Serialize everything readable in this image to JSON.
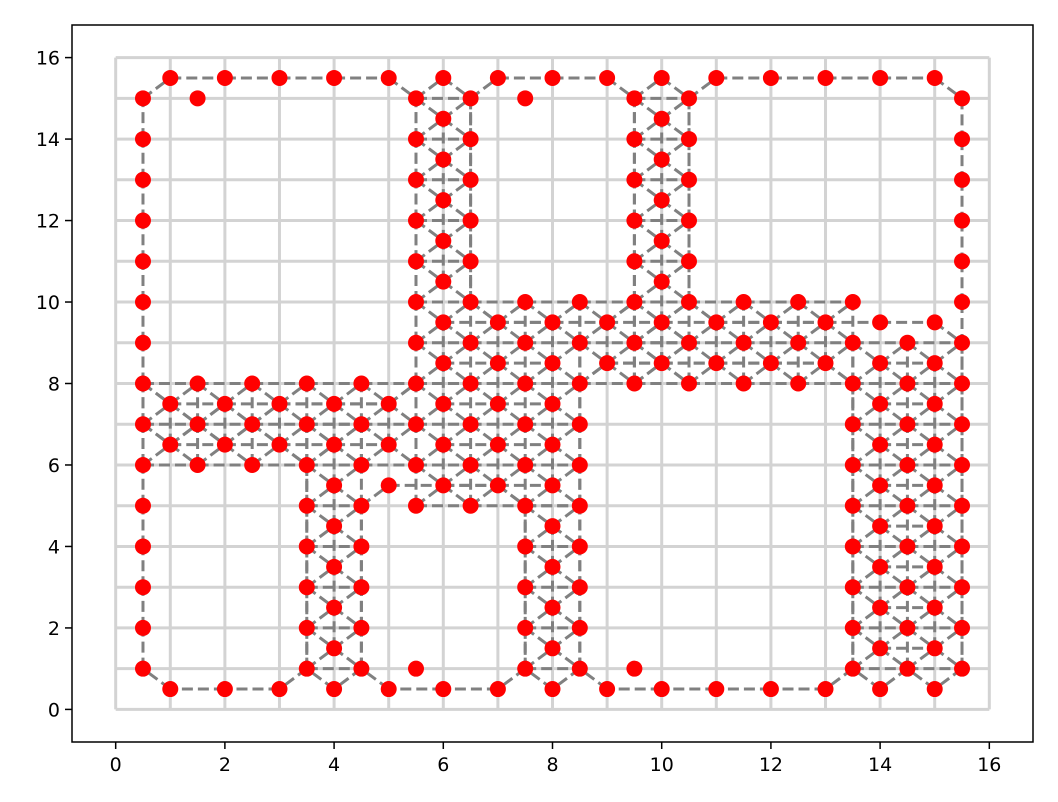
{
  "chart_data": {
    "type": "scatter",
    "title": "",
    "xlabel": "",
    "ylabel": "",
    "xlim": [
      -0.8,
      16.8
    ],
    "ylim": [
      -0.8,
      16.8
    ],
    "x_ticks": [
      0,
      2,
      4,
      6,
      8,
      10,
      12,
      14,
      16
    ],
    "y_ticks": [
      0,
      2,
      4,
      6,
      8,
      10,
      12,
      14,
      16
    ],
    "x_tick_labels": [
      "0",
      "2",
      "4",
      "6",
      "8",
      "10",
      "12",
      "14",
      "16"
    ],
    "y_tick_labels": [
      "0",
      "2",
      "4",
      "6",
      "8",
      "10",
      "12",
      "14",
      "16"
    ],
    "grid": true,
    "grid_lines": [
      0,
      1,
      2,
      3,
      4,
      5,
      6,
      7,
      8,
      9,
      10,
      11,
      12,
      13,
      14,
      15,
      16
    ],
    "grid_color": "#d3d3d3",
    "point_color": "#ff0000",
    "edge_color": "#808080",
    "outline_ring": [
      [
        1,
        15.5
      ],
      [
        2,
        15.5
      ],
      [
        3,
        15.5
      ],
      [
        4,
        15.5
      ],
      [
        5,
        15.5
      ],
      [
        5.5,
        15
      ],
      [
        6,
        15.5
      ],
      [
        6.5,
        15
      ],
      [
        7,
        15.5
      ],
      [
        8,
        15.5
      ],
      [
        9,
        15.5
      ],
      [
        9.5,
        15
      ],
      [
        10,
        15.5
      ],
      [
        10.5,
        15
      ],
      [
        11,
        15.5
      ],
      [
        12,
        15.5
      ],
      [
        13,
        15.5
      ],
      [
        14,
        15.5
      ],
      [
        15,
        15.5
      ],
      [
        15.5,
        15
      ],
      [
        15.5,
        14
      ],
      [
        15.5,
        13
      ],
      [
        15.5,
        12
      ],
      [
        15.5,
        11
      ],
      [
        15.5,
        10
      ],
      [
        15.5,
        9
      ],
      [
        15.5,
        8
      ],
      [
        15.5,
        7
      ],
      [
        15.5,
        6
      ],
      [
        15.5,
        5
      ],
      [
        15.5,
        4
      ],
      [
        15.5,
        3
      ],
      [
        15.5,
        2
      ],
      [
        15.5,
        1
      ],
      [
        15,
        0.5
      ],
      [
        14.5,
        1
      ],
      [
        14,
        0.5
      ],
      [
        13.5,
        1
      ],
      [
        13,
        0.5
      ],
      [
        12,
        0.5
      ],
      [
        11,
        0.5
      ],
      [
        10,
        0.5
      ],
      [
        9,
        0.5
      ],
      [
        8.5,
        1
      ],
      [
        8,
        0.5
      ],
      [
        7.5,
        1
      ],
      [
        7,
        0.5
      ],
      [
        6,
        0.5
      ],
      [
        5,
        0.5
      ],
      [
        4.5,
        1
      ],
      [
        4,
        0.5
      ],
      [
        3.5,
        1
      ],
      [
        3,
        0.5
      ],
      [
        2,
        0.5
      ],
      [
        1,
        0.5
      ],
      [
        0.5,
        1
      ],
      [
        0.5,
        2
      ],
      [
        0.5,
        3
      ],
      [
        0.5,
        4
      ],
      [
        0.5,
        5
      ],
      [
        0.5,
        6
      ],
      [
        0.5,
        7
      ],
      [
        0.5,
        8
      ],
      [
        0.5,
        9
      ],
      [
        0.5,
        10
      ],
      [
        0.5,
        11
      ],
      [
        0.5,
        12
      ],
      [
        0.5,
        13
      ],
      [
        0.5,
        14
      ],
      [
        0.5,
        15
      ]
    ],
    "extra_points": [
      [
        1.5,
        15
      ],
      [
        7.5,
        15
      ],
      [
        1.5,
        8
      ],
      [
        1.5,
        6
      ],
      [
        7.5,
        10
      ],
      [
        8.5,
        10
      ],
      [
        11.5,
        10
      ],
      [
        9.5,
        8
      ],
      [
        5.5,
        5
      ],
      [
        6.5,
        5
      ],
      [
        5.5,
        1
      ],
      [
        9.5,
        1
      ]
    ],
    "chain_paths": [
      [
        [
          0.5,
          8
        ],
        [
          1,
          7.5
        ],
        [
          1.5,
          7
        ],
        [
          2,
          7.5
        ],
        [
          2.5,
          7
        ],
        [
          3,
          7.5
        ],
        [
          4,
          7.5
        ],
        [
          5,
          7.5
        ],
        [
          5.5,
          8
        ],
        [
          5.5,
          9
        ],
        [
          5.5,
          10
        ],
        [
          5.5,
          11
        ],
        [
          5.5,
          12
        ],
        [
          5.5,
          13
        ],
        [
          5.5,
          14
        ],
        [
          5.5,
          15
        ]
      ],
      [
        [
          0.5,
          7
        ],
        [
          1,
          6.5
        ],
        [
          1.5,
          7
        ],
        [
          2,
          6.5
        ],
        [
          2.5,
          7
        ],
        [
          3,
          6.5
        ],
        [
          3.5,
          6
        ],
        [
          3.5,
          5
        ],
        [
          3.5,
          4
        ],
        [
          3.5,
          3
        ],
        [
          3.5,
          2
        ],
        [
          3.5,
          1
        ]
      ],
      [
        [
          6.5,
          15
        ],
        [
          6.5,
          14
        ],
        [
          6.5,
          13
        ],
        [
          6.5,
          12
        ],
        [
          6.5,
          11
        ],
        [
          6.5,
          10
        ],
        [
          7,
          9.5
        ],
        [
          8,
          9.5
        ],
        [
          9,
          9.5
        ],
        [
          9.5,
          10
        ],
        [
          9.5,
          11
        ],
        [
          9.5,
          12
        ],
        [
          9.5,
          13
        ],
        [
          9.5,
          14
        ],
        [
          9.5,
          15
        ]
      ],
      [
        [
          10.5,
          15
        ],
        [
          10.5,
          14
        ],
        [
          10.5,
          13
        ],
        [
          10.5,
          12
        ],
        [
          10.5,
          11
        ],
        [
          10.5,
          10
        ],
        [
          11,
          9.5
        ],
        [
          12,
          9.5
        ],
        [
          13,
          9.5
        ],
        [
          14,
          9.5
        ],
        [
          15,
          9.5
        ],
        [
          15.5,
          9
        ]
      ],
      [
        [
          4.5,
          1
        ],
        [
          4.5,
          2
        ],
        [
          4.5,
          3
        ],
        [
          4.5,
          4
        ],
        [
          4.5,
          5
        ],
        [
          5,
          5.5
        ],
        [
          6,
          5.5
        ],
        [
          7,
          5.5
        ],
        [
          7.5,
          5
        ],
        [
          7.5,
          4
        ],
        [
          7.5,
          3
        ],
        [
          7.5,
          2
        ],
        [
          7.5,
          1
        ]
      ],
      [
        [
          8.5,
          1
        ],
        [
          8.5,
          2
        ],
        [
          8.5,
          3
        ],
        [
          8.5,
          4
        ],
        [
          8.5,
          5
        ],
        [
          8.5,
          6
        ],
        [
          8.5,
          7
        ],
        [
          8.5,
          8
        ],
        [
          9,
          8.5
        ],
        [
          10,
          8.5
        ],
        [
          11,
          8.5
        ],
        [
          12,
          8.5
        ],
        [
          13,
          8.5
        ],
        [
          13.5,
          8
        ],
        [
          13.5,
          7
        ],
        [
          13.5,
          6
        ],
        [
          13.5,
          5
        ],
        [
          13.5,
          4
        ],
        [
          13.5,
          3
        ],
        [
          13.5,
          2
        ],
        [
          13.5,
          1
        ]
      ]
    ],
    "mesh_regions": [
      {
        "x": [
          3.5,
          4.5
        ],
        "y": [
          1,
          7
        ]
      },
      {
        "x": [
          5.5,
          8.5
        ],
        "y": [
          5,
          10
        ]
      },
      {
        "x": [
          7.5,
          8.5
        ],
        "y": [
          1,
          5
        ]
      },
      {
        "x": [
          5.5,
          6.5
        ],
        "y": [
          10,
          15
        ]
      },
      {
        "x": [
          9.5,
          10.5
        ],
        "y": [
          8,
          15
        ]
      },
      {
        "x": [
          8.5,
          13.5
        ],
        "y": [
          8,
          10
        ]
      },
      {
        "x": [
          13.5,
          15.5
        ],
        "y": [
          1,
          9
        ]
      },
      {
        "x": [
          0.5,
          5.5
        ],
        "y": [
          6,
          8
        ]
      }
    ]
  }
}
